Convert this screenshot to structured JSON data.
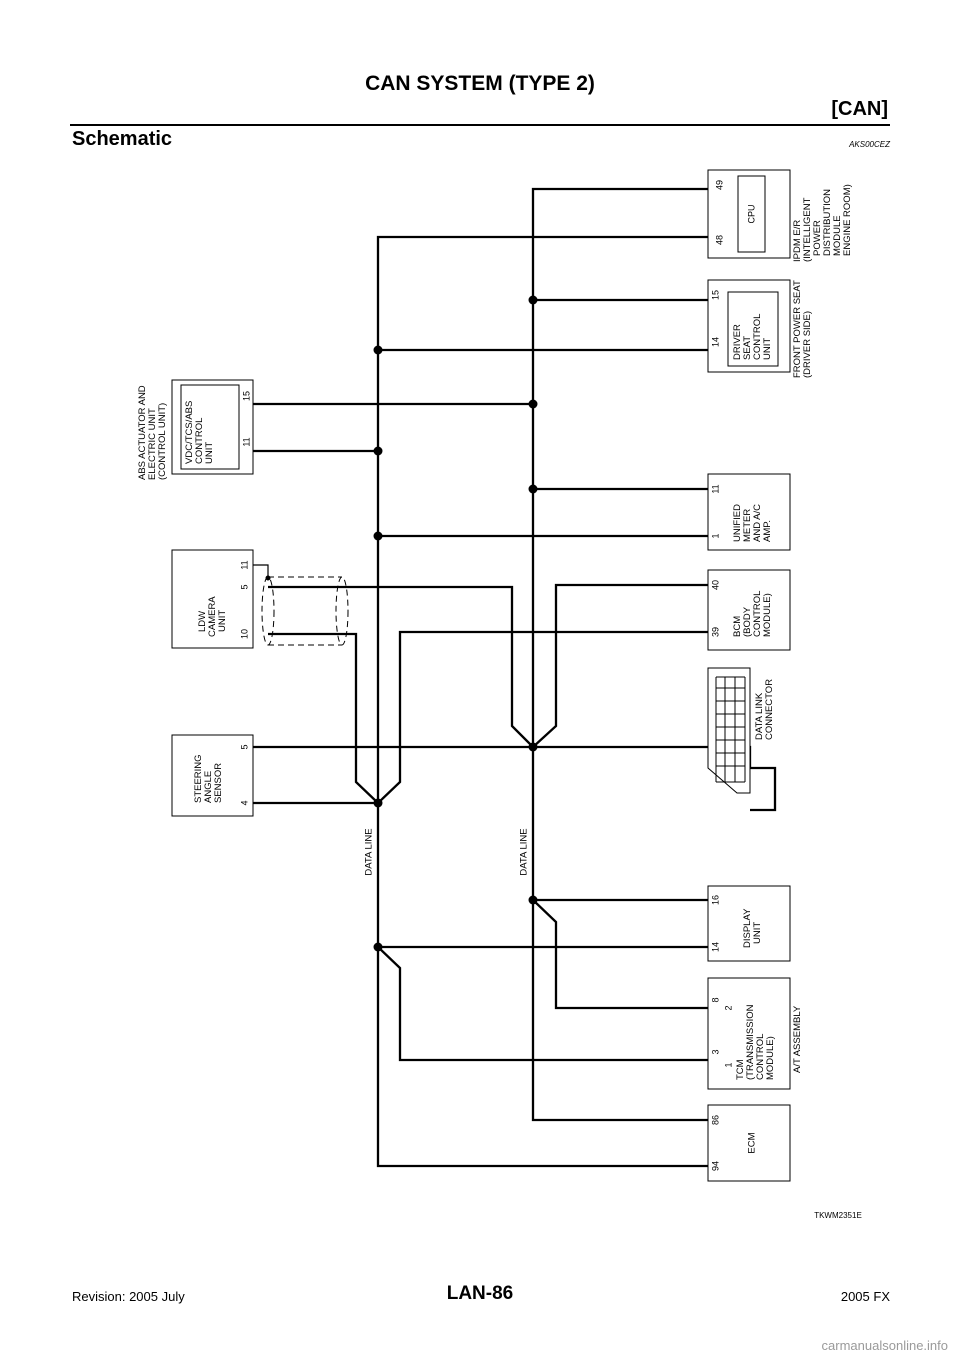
{
  "header": {
    "title": "CAN SYSTEM (TYPE 2)",
    "section": "[CAN]"
  },
  "section": {
    "title": "Schematic",
    "code": "AKS00CEZ"
  },
  "diagram": {
    "figure_id": "TKWM2351E",
    "data_line_label": "DATA LINE",
    "units": {
      "ipdm": {
        "label_lines": [
          "IPDM E/R",
          "(INTELLIGENT",
          "POWER",
          "DISTRIBUTION",
          "MODULE",
          "ENGINE ROOM)"
        ],
        "inner": "CPU",
        "pins": [
          "48",
          "49"
        ]
      },
      "seat": {
        "label_lines": [
          "FRONT POWER SEAT",
          "(DRIVER SIDE)"
        ],
        "inner_lines": [
          "DRIVER",
          "SEAT",
          "CONTROL",
          "UNIT"
        ],
        "pins": [
          "14",
          "15"
        ]
      },
      "abs": {
        "label_lines": [
          "ABS ACTUATOR AND",
          "ELECTRIC UNIT",
          "(CONTROL UNIT)"
        ],
        "inner_lines": [
          "VDC/TCS/ABS",
          "CONTROL",
          "UNIT"
        ],
        "pins": [
          "11",
          "15"
        ]
      },
      "meter": {
        "inner_lines": [
          "UNIFIED",
          "METER",
          "AND A/C",
          "AMP."
        ],
        "pins": [
          "1",
          "11"
        ]
      },
      "ldw": {
        "inner_lines": [
          "LDW",
          "CAMERA",
          "UNIT"
        ],
        "pins": [
          "10",
          "5",
          "11"
        ]
      },
      "bcm": {
        "inner_lines": [
          "BCM",
          "(BODY",
          "CONTROL",
          "MODULE)"
        ],
        "pins": [
          "39",
          "40"
        ]
      },
      "dlc": {
        "label_lines": [
          "DATA LINK",
          "CONNECTOR"
        ]
      },
      "steering": {
        "inner_lines": [
          "STEERING",
          "ANGLE",
          "SENSOR"
        ],
        "pins": [
          "4",
          "5"
        ]
      },
      "display": {
        "inner_lines": [
          "DISPLAY",
          "UNIT"
        ],
        "pins": [
          "14",
          "16"
        ]
      },
      "tcm": {
        "label": "A/T ASSEMBLY",
        "inner_lines": [
          "TCM",
          "(TRANSMISSION",
          "CONTROL",
          "MODULE)"
        ],
        "sub_pins": [
          "1",
          "2"
        ],
        "pins": [
          "3",
          "8"
        ]
      },
      "ecm": {
        "inner": "ECM",
        "pins": [
          "94",
          "86"
        ]
      }
    }
  },
  "footer": {
    "revision": "Revision: 2005 July",
    "page": "LAN-86",
    "model": "2005 FX"
  },
  "watermark": "carmanualsonline.info"
}
